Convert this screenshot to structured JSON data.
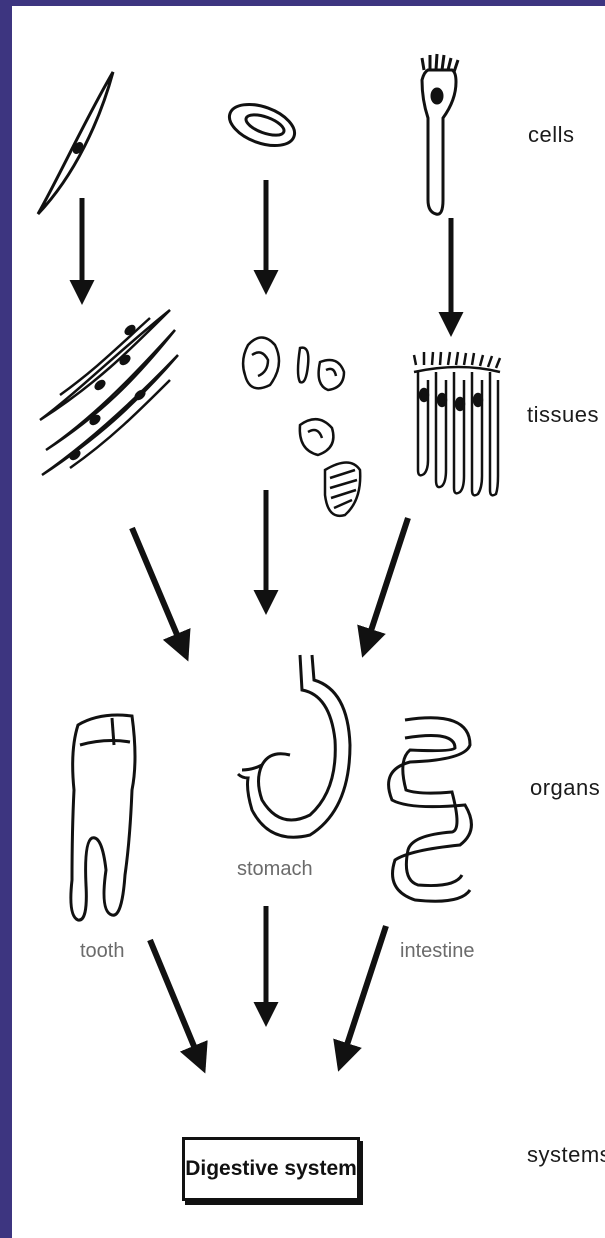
{
  "levels": {
    "cells": "cells",
    "tissues": "tissues",
    "organs": "organs",
    "systems": "systems"
  },
  "organs": {
    "tooth": "tooth",
    "stomach": "stomach",
    "intestine": "intestine"
  },
  "system_box": "Digestive system",
  "colors": {
    "border": "#3d3580",
    "ink": "#111111",
    "label_grey": "#6b6b6b"
  }
}
